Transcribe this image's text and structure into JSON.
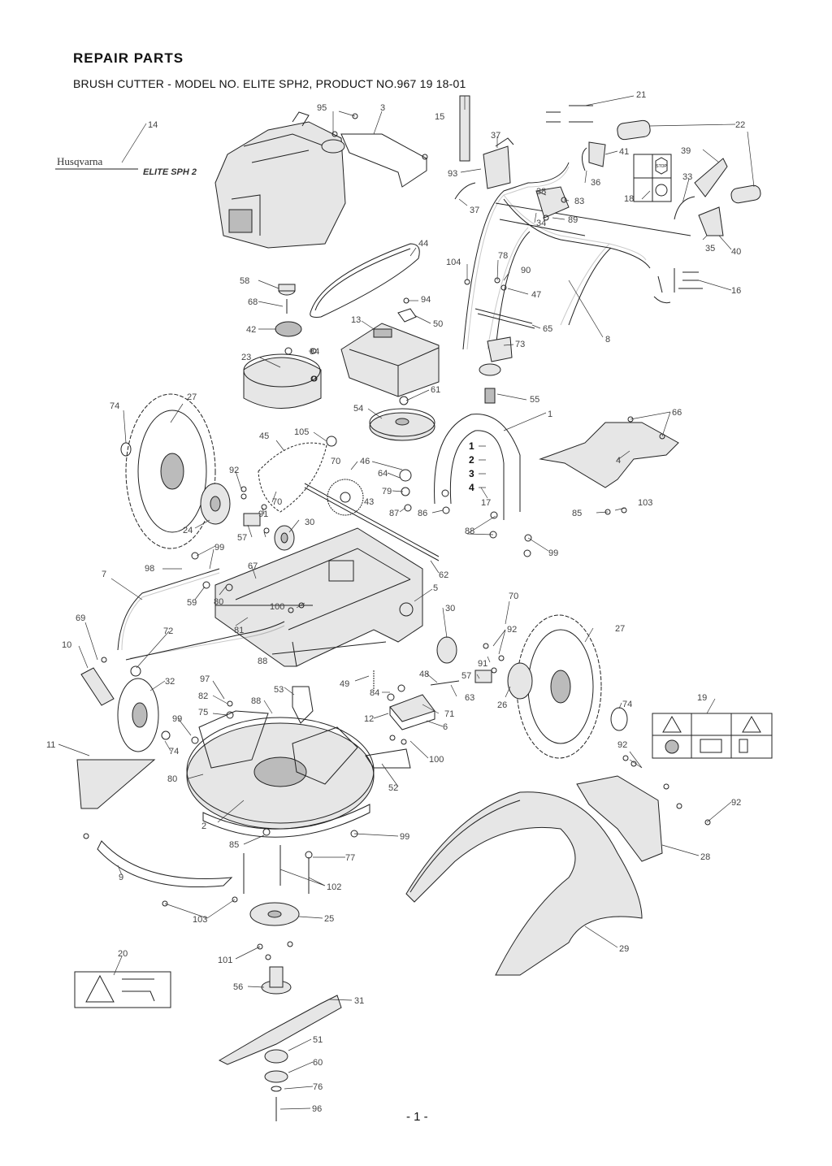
{
  "header": {
    "title": "REPAIR PARTS",
    "subtitle": "BRUSH CUTTER - MODEL NO. ELITE SPH2, PRODUCT NO.967 19 18-01"
  },
  "footer": {
    "page": "- 1 -"
  },
  "decal": {
    "brand": "Husqvarna",
    "model": "ELITE SPH 2",
    "stop": "STOP"
  },
  "kit_labels": [
    "1",
    "2",
    "3",
    "4"
  ],
  "callouts": [
    "1",
    "2",
    "3",
    "4",
    "5",
    "6",
    "7",
    "8",
    "9",
    "10",
    "11",
    "12",
    "13",
    "14",
    "15",
    "16",
    "17",
    "18",
    "19",
    "20",
    "21",
    "22",
    "23",
    "24",
    "25",
    "26",
    "27",
    "28",
    "29",
    "30",
    "31",
    "32",
    "33",
    "34",
    "35",
    "36",
    "37",
    "38",
    "39",
    "40",
    "41",
    "42",
    "43",
    "44",
    "45",
    "46",
    "47",
    "48",
    "49",
    "50",
    "51",
    "52",
    "53",
    "54",
    "55",
    "56",
    "57",
    "58",
    "59",
    "60",
    "61",
    "62",
    "63",
    "64",
    "65",
    "66",
    "67",
    "68",
    "69",
    "70",
    "71",
    "72",
    "73",
    "74",
    "75",
    "76",
    "77",
    "78",
    "79",
    "80",
    "81",
    "82",
    "83",
    "84",
    "85",
    "86",
    "87",
    "88",
    "89",
    "90",
    "91",
    "92",
    "93",
    "94",
    "95",
    "96",
    "97",
    "98",
    "99",
    "100",
    "101",
    "102",
    "103",
    "104",
    "105"
  ]
}
